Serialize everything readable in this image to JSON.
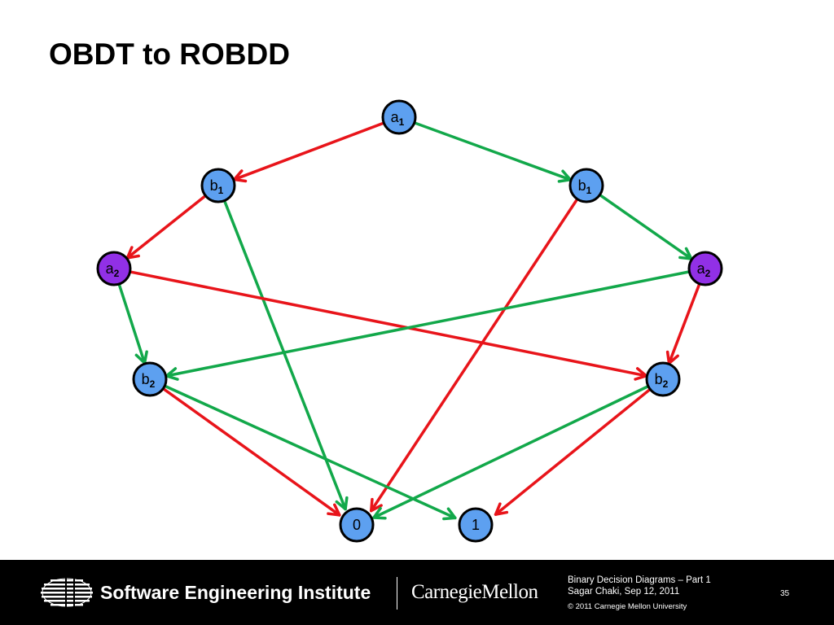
{
  "slide": {
    "title": "OBDT to ROBDD"
  },
  "colors": {
    "low_edge": "#e8141a",
    "high_edge": "#12a84a",
    "b_node": "#5da0f0",
    "a_node": "#9130e6",
    "terminal_node": "#5da0f0"
  },
  "nodes": [
    {
      "id": "a1",
      "var": "a",
      "sub": "1",
      "kind": "b_node"
    },
    {
      "id": "b1L",
      "var": "b",
      "sub": "1",
      "kind": "b_node"
    },
    {
      "id": "b1R",
      "var": "b",
      "sub": "1",
      "kind": "b_node"
    },
    {
      "id": "a2L",
      "var": "a",
      "sub": "2",
      "kind": "a_node"
    },
    {
      "id": "a2R",
      "var": "a",
      "sub": "2",
      "kind": "a_node"
    },
    {
      "id": "b2L",
      "var": "b",
      "sub": "2",
      "kind": "b_node"
    },
    {
      "id": "b2R",
      "var": "b",
      "sub": "2",
      "kind": "b_node"
    },
    {
      "id": "t0",
      "var": "0",
      "sub": "",
      "kind": "terminal_node"
    },
    {
      "id": "t1",
      "var": "1",
      "sub": "",
      "kind": "terminal_node"
    }
  ],
  "edges": [
    {
      "from": "a1",
      "to": "b1L",
      "type": "low"
    },
    {
      "from": "a1",
      "to": "b1R",
      "type": "high"
    },
    {
      "from": "b1L",
      "to": "a2L",
      "type": "low"
    },
    {
      "from": "b1L",
      "to": "t0",
      "type": "high"
    },
    {
      "from": "b1R",
      "to": "t0",
      "type": "low"
    },
    {
      "from": "b1R",
      "to": "a2R",
      "type": "high"
    },
    {
      "from": "a2L",
      "to": "b2R",
      "type": "low"
    },
    {
      "from": "a2L",
      "to": "b2L",
      "type": "high"
    },
    {
      "from": "a2R",
      "to": "b2R",
      "type": "low"
    },
    {
      "from": "a2R",
      "to": "b2L",
      "type": "high"
    },
    {
      "from": "b2L",
      "to": "t0",
      "type": "low"
    },
    {
      "from": "b2L",
      "to": "t1",
      "type": "high"
    },
    {
      "from": "b2R",
      "to": "t1",
      "type": "low"
    },
    {
      "from": "b2R",
      "to": "t0",
      "type": "high"
    }
  ],
  "footer": {
    "institute": "Software Engineering Institute",
    "university": "CarnegieMellon",
    "info_title": "Binary Decision Diagrams – Part 1",
    "info_author": "Sagar Chaki, Sep 12, 2011",
    "copyright": "© 2011 Carnegie Mellon University",
    "page_number": "35"
  }
}
